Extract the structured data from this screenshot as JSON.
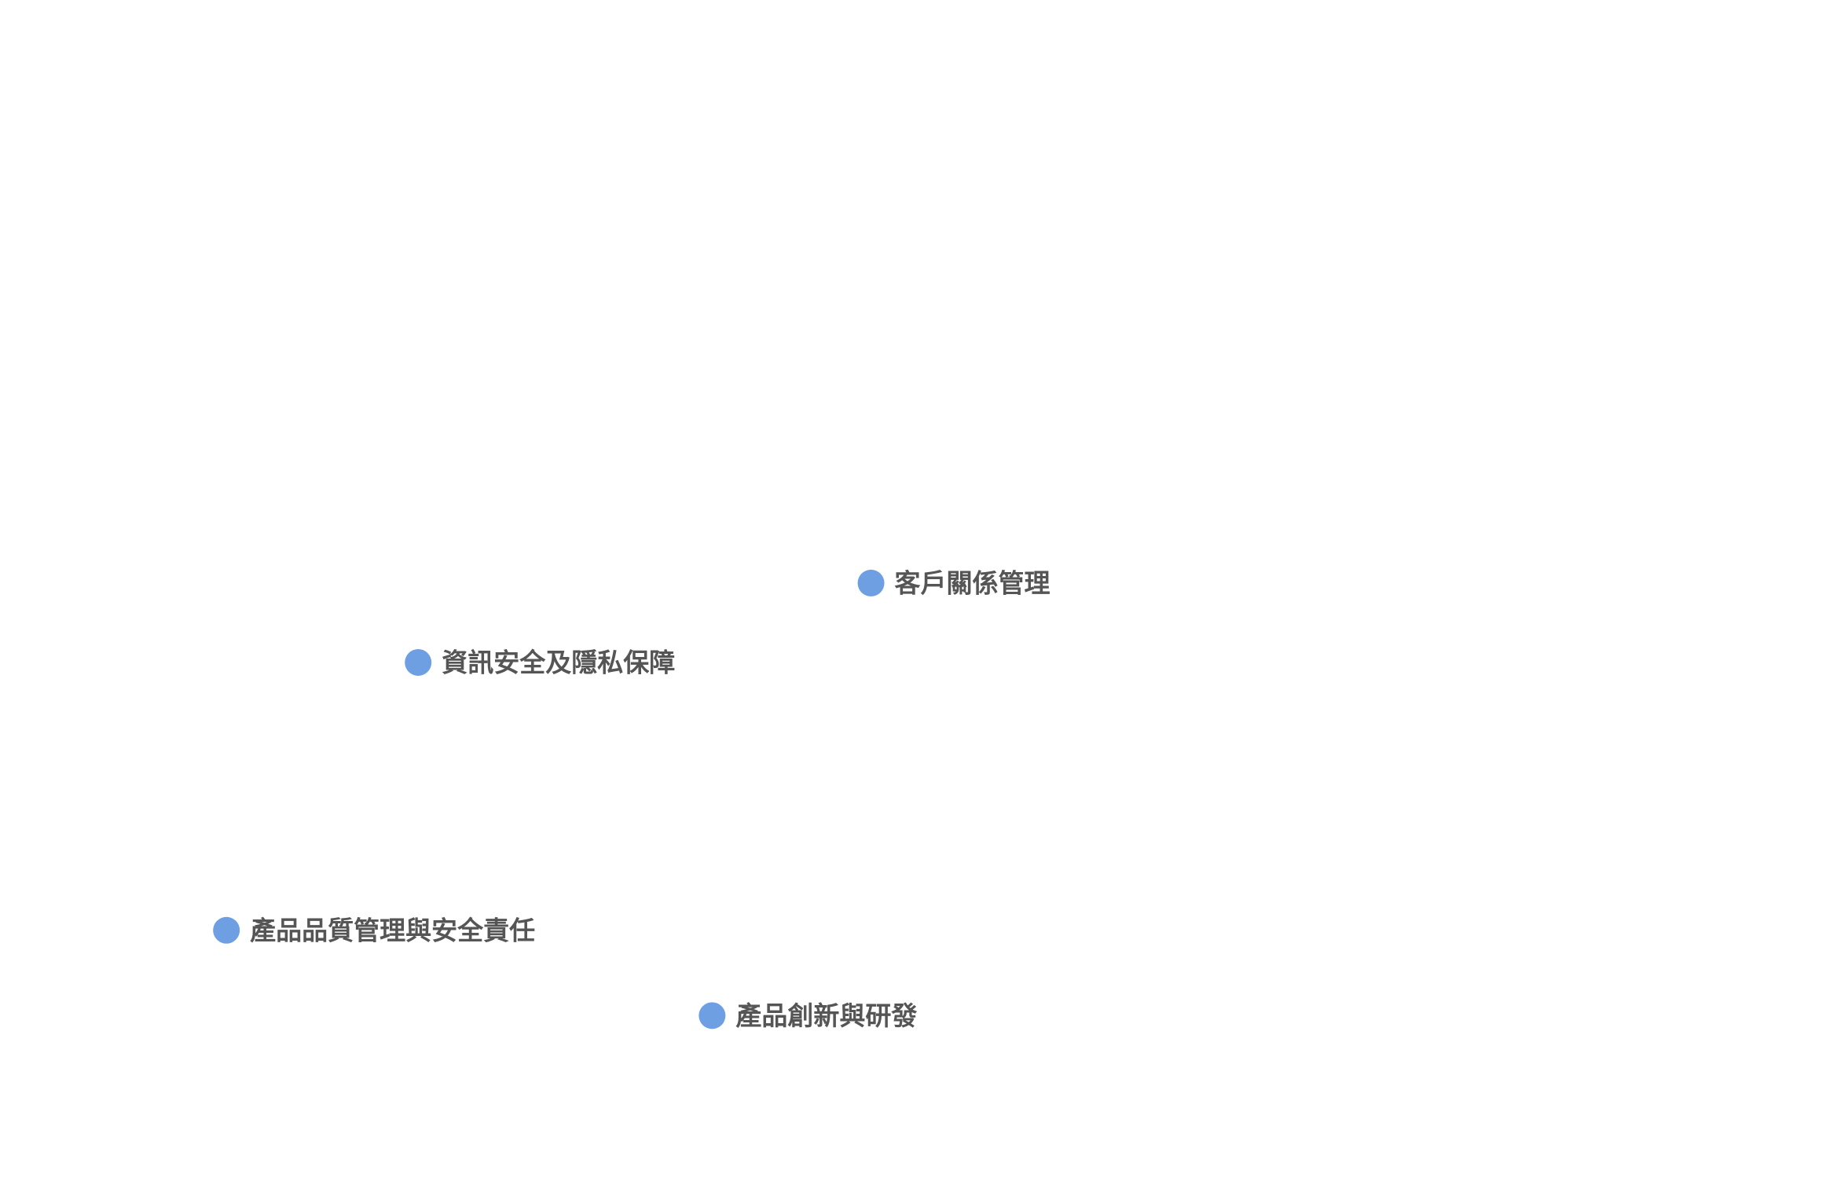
{
  "chart_data": {
    "type": "scatter",
    "title": "",
    "xlabel": "",
    "ylabel": "",
    "xlim": [
      0,
      100
    ],
    "ylim": [
      0,
      100
    ],
    "grid": false,
    "marker_color": "#6E9FE3",
    "label_color": "#555555",
    "points": [
      {
        "label": "客戶關係管理",
        "x": 47.7,
        "y": 50.8
      },
      {
        "label": "資訊安全及隱私保障",
        "x": 22.9,
        "y": 44.1
      },
      {
        "label": "產品品質管理與安全責任",
        "x": 12.4,
        "y": 21.5
      },
      {
        "label": "產品創新與研發",
        "x": 39.0,
        "y": 14.3
      }
    ]
  }
}
